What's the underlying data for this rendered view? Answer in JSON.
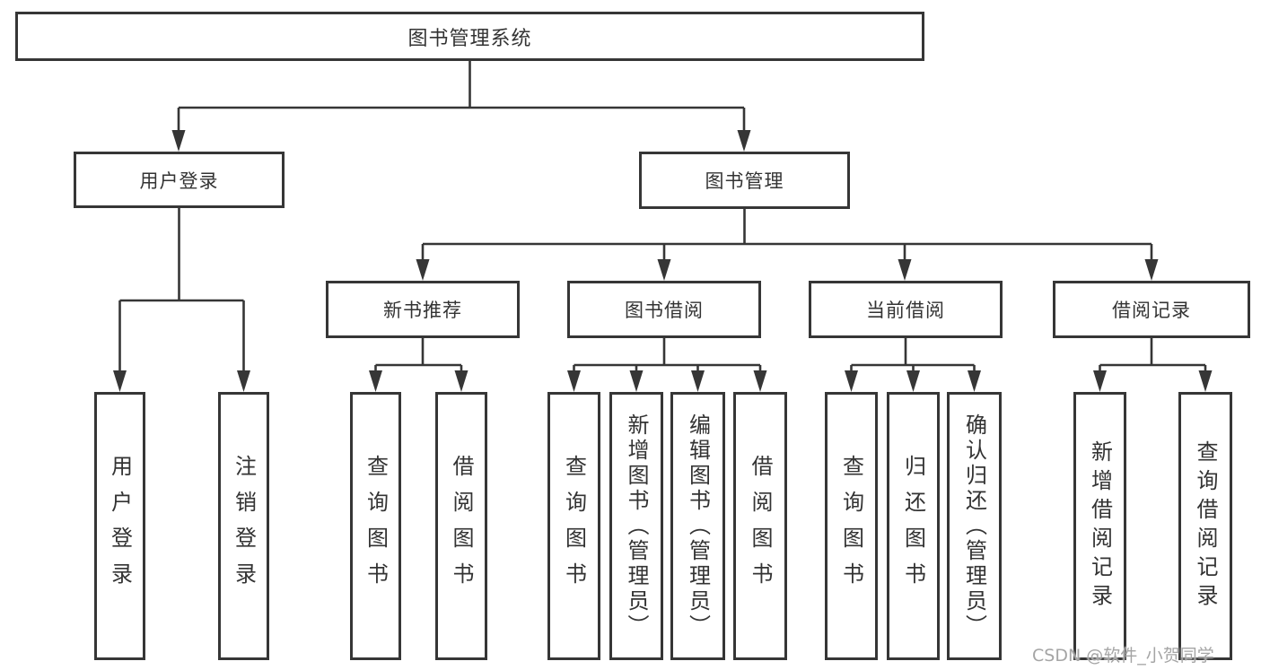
{
  "nodes": {
    "root": "图书管理系统",
    "user_login": "用户登录",
    "book_mgmt": "图书管理",
    "new_books": "新书推荐",
    "book_borrow": "图书借阅",
    "current_borrow": "当前借阅",
    "borrow_records": "借阅记录",
    "leaf_user_login": "用户登录",
    "leaf_logout": "注销登录",
    "leaf_query_books_1": "查询图书",
    "leaf_borrow_books_1": "借阅图书",
    "leaf_query_books_2": "查询图书",
    "leaf_add_book_admin": "新增图书（管理员）",
    "leaf_edit_book_admin": "编辑图书（管理员）",
    "leaf_borrow_books_2": "借阅图书",
    "leaf_query_books_3": "查询图书",
    "leaf_return_book": "归还图书",
    "leaf_confirm_return_admin": "确认归还（管理员）",
    "leaf_add_borrow_record": "新增借阅记录",
    "leaf_query_borrow_record": "查询借阅记录"
  },
  "watermark": {
    "text": "CSDN @软件_小贺同学"
  },
  "colors": {
    "line": "#363636",
    "text": "#333333",
    "watermark_text": "#a5a5a5",
    "background": "#ffffff"
  }
}
